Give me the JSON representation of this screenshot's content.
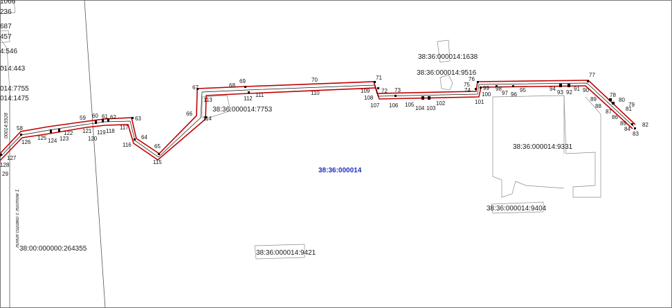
{
  "map": {
    "quarter_label": "38:36:000014",
    "parcel_labels": [
      "38:36:000014:1638",
      "38:36:000014:9516",
      "38:36:000014:7753",
      "38:36:000014:9331",
      "38:36:000014:9404",
      "38:36:000014:9421",
      "38:00:000000:264355"
    ],
    "edge_labels": [
      "1066",
      "236",
      "687",
      "457",
      "4:546",
      "014:443",
      "014:7755",
      "014:1475"
    ],
    "rotated_labels": [
      "линия сшивки с листом 1",
      "00014:5928"
    ],
    "point_labels": [
      "29",
      "58",
      "59",
      "60",
      "61",
      "62",
      "63",
      "64",
      "65",
      "66",
      "67",
      "68",
      "69",
      "70",
      "71",
      "72",
      "73",
      "74",
      "75",
      "76",
      "77",
      "78",
      "79",
      "80",
      "81",
      "82",
      "83",
      "84",
      "85",
      "86",
      "87",
      "88",
      "89",
      "90",
      "91",
      "92",
      "93",
      "94",
      "95",
      "96",
      "97",
      "98",
      "99",
      "100",
      "101",
      "102",
      "103",
      "104",
      "105",
      "106",
      "107",
      "108",
      "109",
      "110",
      "111",
      "112",
      "113",
      "114",
      "115",
      "116",
      "117",
      "118",
      "119",
      "120",
      "121",
      "122",
      "123",
      "124",
      "125",
      "126",
      "127",
      "128"
    ]
  }
}
